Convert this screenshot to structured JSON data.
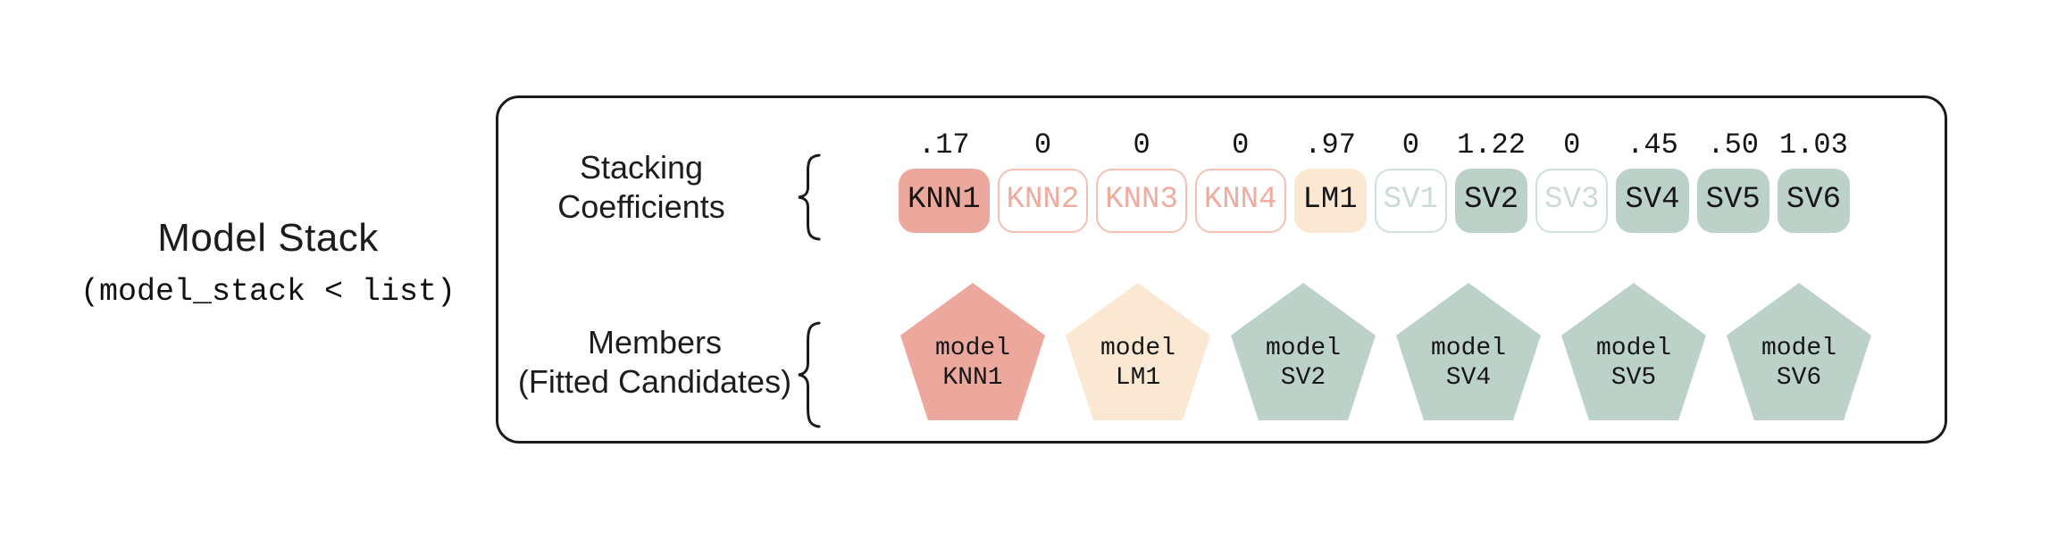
{
  "title": {
    "main": "Model Stack",
    "code": "(model_stack < list)"
  },
  "rows": {
    "coefficients": {
      "label_line1": "Stacking",
      "label_line2": "Coefficients"
    },
    "members": {
      "label_line1": "Members",
      "label_line2": "(Fitted Candidates)"
    }
  },
  "coefficients": [
    {
      "name": "KNN1",
      "value": ".17",
      "variant": "salmon-filled"
    },
    {
      "name": "KNN2",
      "value": "0",
      "variant": "salmon-outline"
    },
    {
      "name": "KNN3",
      "value": "0",
      "variant": "salmon-outline"
    },
    {
      "name": "KNN4",
      "value": "0",
      "variant": "salmon-outline"
    },
    {
      "name": "LM1",
      "value": ".97",
      "variant": "cream-filled"
    },
    {
      "name": "SV1",
      "value": "0",
      "variant": "teal-outline"
    },
    {
      "name": "SV2",
      "value": "1.22",
      "variant": "teal-filled"
    },
    {
      "name": "SV3",
      "value": "0",
      "variant": "teal-outline"
    },
    {
      "name": "SV4",
      "value": ".45",
      "variant": "teal-filled"
    },
    {
      "name": "SV5",
      "value": ".50",
      "variant": "teal-filled"
    },
    {
      "name": "SV6",
      "value": "1.03",
      "variant": "teal-filled"
    }
  ],
  "members": [
    {
      "line1": "model",
      "line2": "KNN1",
      "variant": "salmon"
    },
    {
      "line1": "model",
      "line2": "LM1",
      "variant": "cream"
    },
    {
      "line1": "model",
      "line2": "SV2",
      "variant": "teal"
    },
    {
      "line1": "model",
      "line2": "SV4",
      "variant": "teal"
    },
    {
      "line1": "model",
      "line2": "SV5",
      "variant": "teal"
    },
    {
      "line1": "model",
      "line2": "SV6",
      "variant": "teal"
    }
  ],
  "palette": {
    "salmon_fill": "#eda89d",
    "salmon_outline_border": "#f4c0b5",
    "salmon_outline_text": "#f0ab9f",
    "cream_fill": "#fbe8d2",
    "teal_fill": "#bcd1c8",
    "teal_outline_border": "#cfe0d7",
    "teal_outline_text": "#ccdcd3",
    "ink": "#1b1b1b",
    "background": "#ffffff"
  }
}
